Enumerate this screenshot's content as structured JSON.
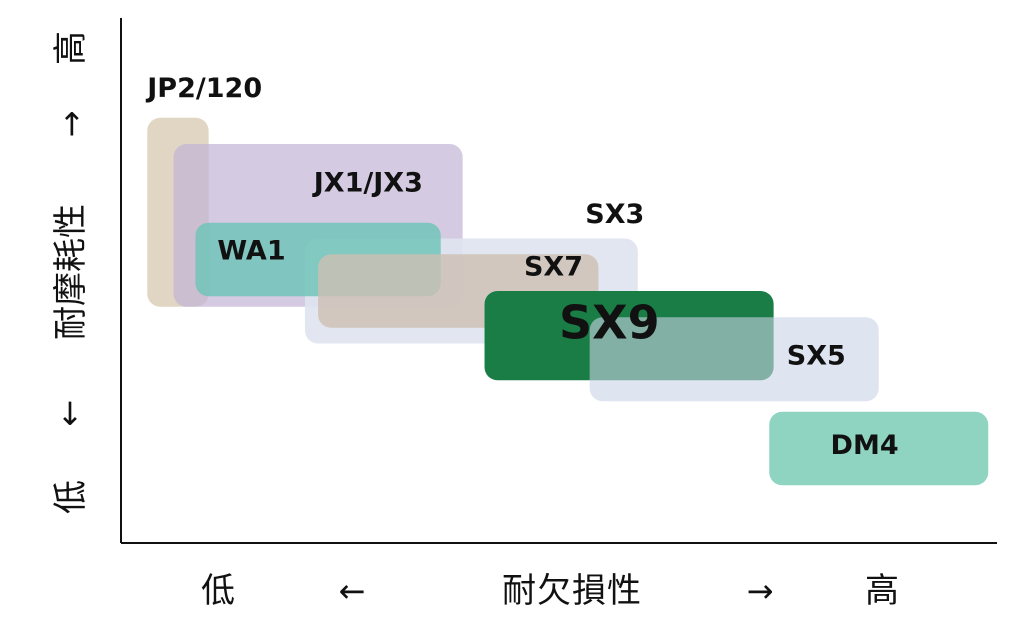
{
  "chart_data": {
    "type": "positioning-map",
    "xlabel": {
      "low": "低",
      "left_arrow": "←",
      "title": "耐欠損性",
      "right_arrow": "→",
      "high": "高"
    },
    "ylabel": {
      "low": "低",
      "down_arrow": "↓",
      "title": "耐摩耗性",
      "up_arrow": "→",
      "high": "高"
    },
    "xlim": [
      0,
      100
    ],
    "ylim": [
      0,
      100
    ],
    "grid": false,
    "regions": [
      {
        "name": "JP2/120",
        "x": [
          3,
          10
        ],
        "y": [
          45,
          81
        ],
        "color": "#dccfb9",
        "opacity": 0.85,
        "label_x": 3,
        "label_y": 85,
        "text_color": "#111111",
        "weight": 1
      },
      {
        "name": "JX1/JX3",
        "x": [
          6,
          39
        ],
        "y": [
          45,
          76
        ],
        "color": "#c2b4d6",
        "opacity": 0.7,
        "label_x": 22,
        "label_y": 67,
        "text_color": "#111111",
        "weight": 1
      },
      {
        "name": "SX3",
        "x": [
          21,
          59
        ],
        "y": [
          38,
          58
        ],
        "color": "#dfe3ef",
        "opacity": 0.9,
        "label_x": 53,
        "label_y": 61,
        "text_color": "#111111",
        "weight": 1
      },
      {
        "name": "WA1",
        "x": [
          8.5,
          36.5
        ],
        "y": [
          47,
          61
        ],
        "color": "#71c4b8",
        "opacity": 0.85,
        "label_x": 11,
        "label_y": 54,
        "text_color": "#111111",
        "weight": 1
      },
      {
        "name": "SX7",
        "x": [
          22.5,
          54.5
        ],
        "y": [
          41,
          55
        ],
        "color": "#cdbfb3",
        "opacity": 0.8,
        "label_x": 46,
        "label_y": 51,
        "text_color": "#111111",
        "weight": 1
      },
      {
        "name": "SX9",
        "x": [
          41.5,
          74.5
        ],
        "y": [
          31,
          48
        ],
        "color": "#1a7d45",
        "opacity": 1,
        "label_x": 50,
        "label_y": 39,
        "text_color": "#ffffff",
        "weight": 2
      },
      {
        "name": "SX5",
        "x": [
          53.5,
          86.5
        ],
        "y": [
          27,
          43
        ],
        "color": "#c8d2e6",
        "opacity": 0.6,
        "label_x": 76,
        "label_y": 34,
        "text_color": "#111111",
        "weight": 1
      },
      {
        "name": "DM4",
        "x": [
          74,
          99
        ],
        "y": [
          11,
          25
        ],
        "color": "#8fd3c1",
        "opacity": 1,
        "label_x": 81,
        "label_y": 17,
        "text_color": "#111111",
        "weight": 1
      }
    ]
  }
}
